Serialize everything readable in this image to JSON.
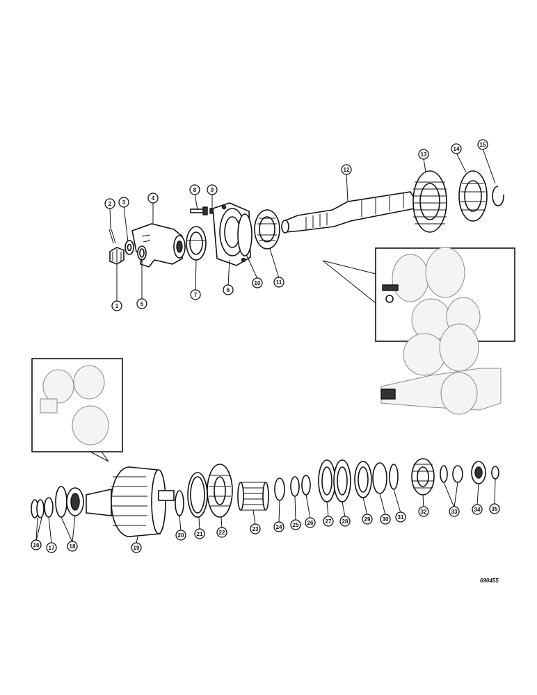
{
  "reference_number": "690455",
  "callouts": [
    {
      "id": "1",
      "label": "1"
    },
    {
      "id": "2",
      "label": "2"
    },
    {
      "id": "3",
      "label": "3"
    },
    {
      "id": "4",
      "label": "4"
    },
    {
      "id": "5",
      "label": "5"
    },
    {
      "id": "6",
      "label": "6"
    },
    {
      "id": "7",
      "label": "7"
    },
    {
      "id": "8",
      "label": "8"
    },
    {
      "id": "9",
      "label": "9"
    },
    {
      "id": "10",
      "label": "10"
    },
    {
      "id": "11",
      "label": "11"
    },
    {
      "id": "12",
      "label": "12"
    },
    {
      "id": "13",
      "label": "13"
    },
    {
      "id": "14",
      "label": "14"
    },
    {
      "id": "15",
      "label": "15"
    },
    {
      "id": "16",
      "label": "16"
    },
    {
      "id": "17",
      "label": "17"
    },
    {
      "id": "18",
      "label": "18"
    },
    {
      "id": "19",
      "label": "19"
    },
    {
      "id": "20",
      "label": "20"
    },
    {
      "id": "21",
      "label": "21"
    },
    {
      "id": "22",
      "label": "22"
    },
    {
      "id": "23",
      "label": "23"
    },
    {
      "id": "24",
      "label": "24"
    },
    {
      "id": "25",
      "label": "25"
    },
    {
      "id": "26",
      "label": "26"
    },
    {
      "id": "27",
      "label": "27"
    },
    {
      "id": "28",
      "label": "28"
    },
    {
      "id": "29",
      "label": "29"
    },
    {
      "id": "30",
      "label": "30"
    },
    {
      "id": "31",
      "label": "31"
    },
    {
      "id": "32",
      "label": "32"
    },
    {
      "id": "33",
      "label": "33"
    },
    {
      "id": "34",
      "label": "34"
    },
    {
      "id": "35",
      "label": "35"
    }
  ]
}
